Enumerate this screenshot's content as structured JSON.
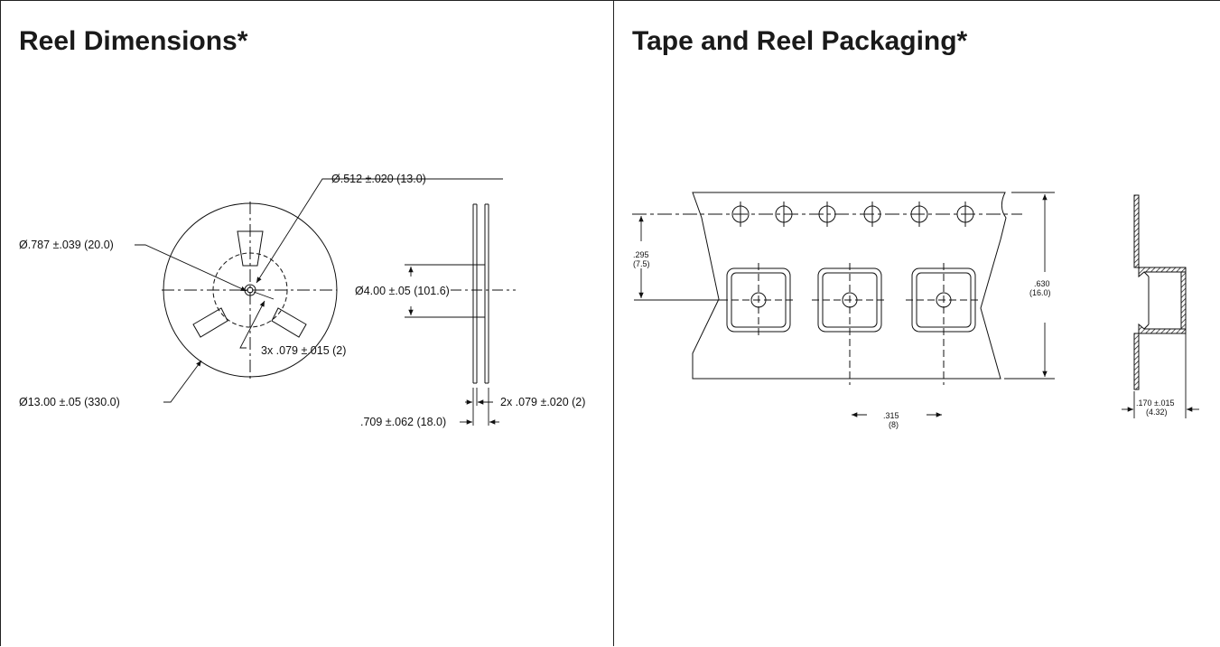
{
  "panels": {
    "reel": {
      "title": "Reel Dimensions*",
      "callouts": {
        "hub_hole": "Ø.512 ±.020 (13.0)",
        "arbor": "Ø.787 ±.039 (20.0)",
        "hub_diameter": "Ø4.00 ±.05 (101.6)",
        "slots": "3x .079 ±.015 (2)",
        "reel_diameter": "Ø13.00 ±.05 (330.0)",
        "flange_thickness": "2x .079 ±.020 (2)",
        "reel_width": ".709 ±.062 (18.0)"
      }
    },
    "tape": {
      "title": "Tape and Reel Packaging*",
      "callouts": {
        "pocket_offset_in": ".295",
        "pocket_offset_mm": "(7.5)",
        "tape_width_in": ".630",
        "tape_width_mm": "(16.0)",
        "pitch_in": ".315",
        "pitch_mm": "(8)",
        "pocket_depth": ".170 ±.015",
        "pocket_depth_mm": "(4.32)"
      }
    }
  }
}
